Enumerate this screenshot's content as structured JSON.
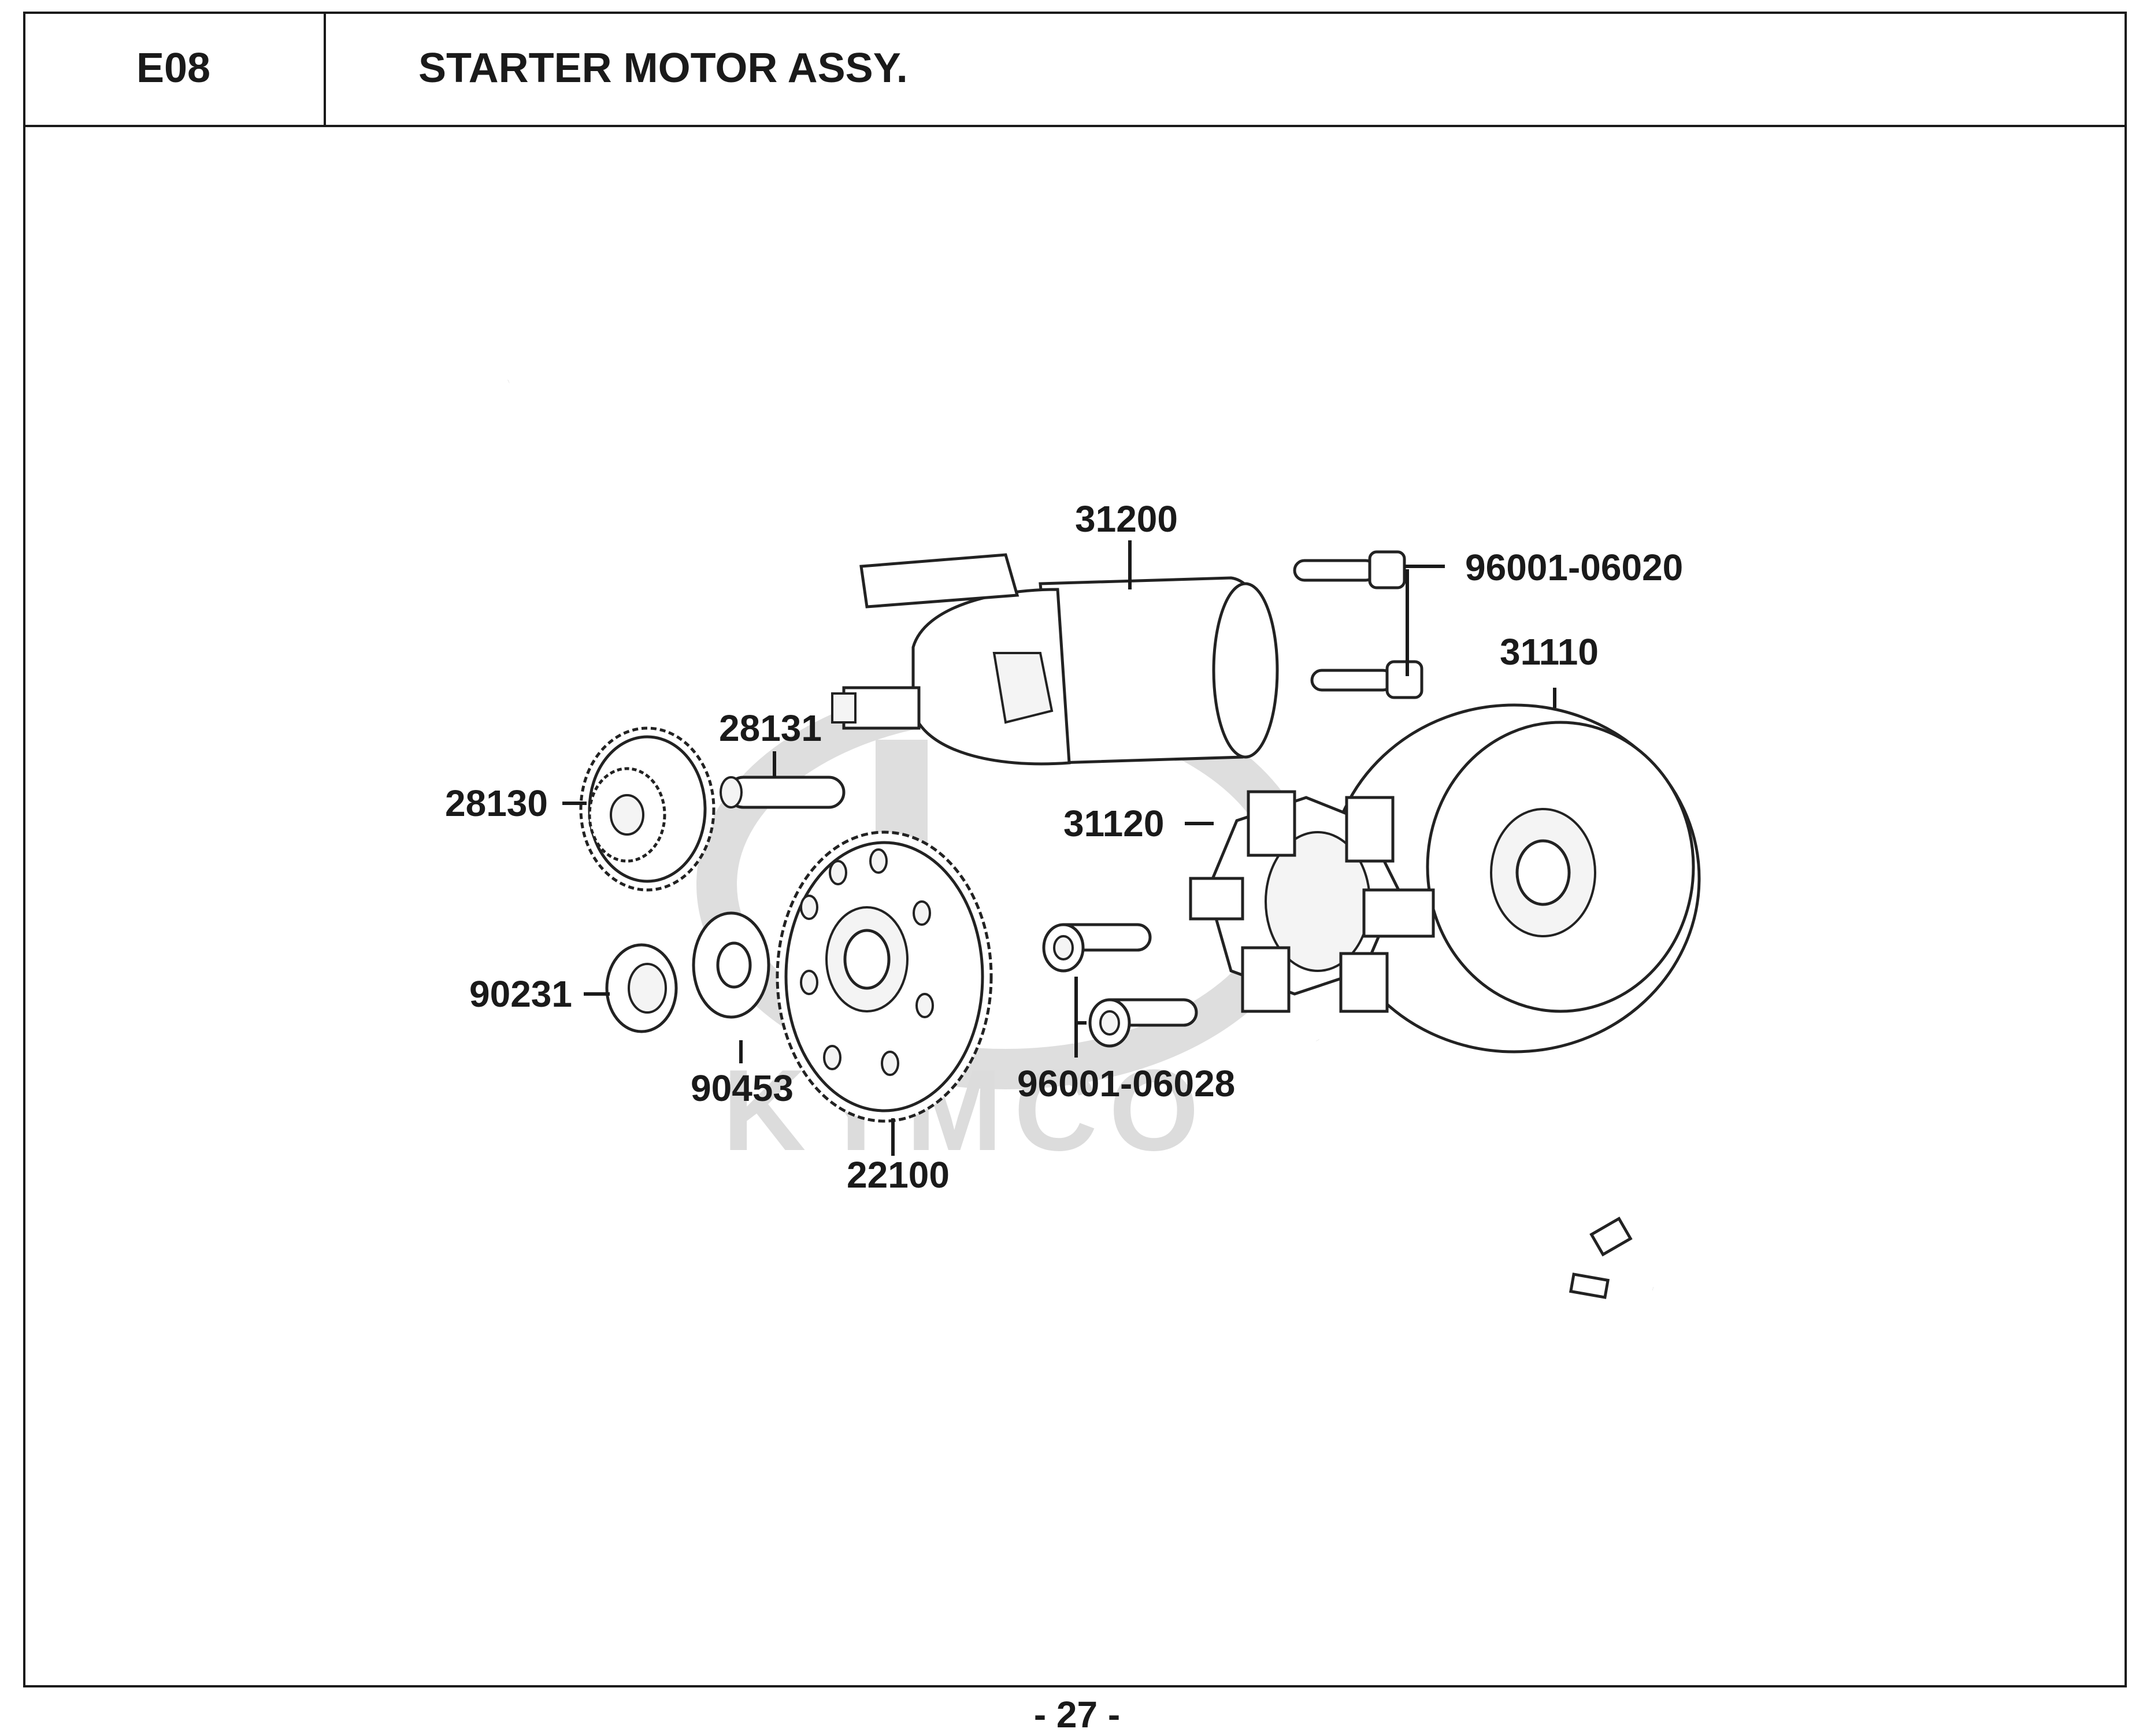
{
  "header": {
    "code": "E08",
    "title": "STARTER MOTOR ASSY."
  },
  "watermark": {
    "text": "KYMCO"
  },
  "parts": {
    "p31200": "31200",
    "p96001_06020": "96001-06020",
    "p31110": "31110",
    "p28131": "28131",
    "p28130": "28130",
    "p31120": "31120",
    "p90231": "90231",
    "p90453": "90453",
    "p96001_06028": "96001-06028",
    "p22100": "22100"
  },
  "footer": {
    "page": "- 27 -"
  }
}
